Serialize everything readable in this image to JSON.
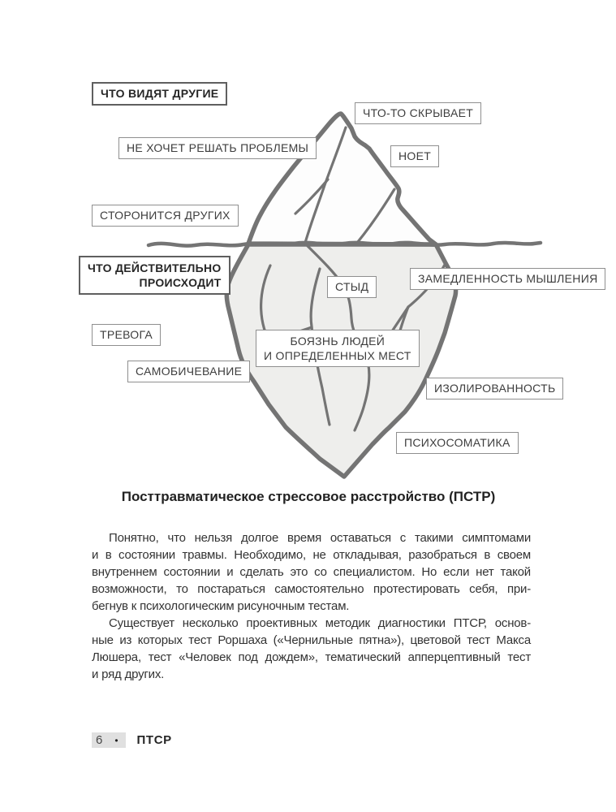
{
  "diagram": {
    "above_heading": "ЧТО ВИДЯТ ДРУГИЕ",
    "below_heading_line1": "ЧТО ДЕЙСТВИТЕЛЬНО",
    "below_heading_line2": "ПРОИСХОДИТ",
    "labels_above_water": {
      "hides_something": "ЧТО-ТО СКРЫВАЕТ",
      "wont_solve_problems": "НЕ ХОЧЕТ РЕШАТЬ ПРОБЛЕМЫ",
      "whines": "НОЕТ",
      "avoids_others": "СТОРОНИТСЯ ДРУГИХ"
    },
    "labels_under_water": {
      "shame": "СТЫД",
      "slowed_thinking": "ЗАМЕДЛЕННОСТЬ МЫШЛЕНИЯ",
      "anxiety": "ТРЕВОГА",
      "fear_line1": "БОЯЗНЬ ЛЮДЕЙ",
      "fear_line2": "И ОПРЕДЕЛЕННЫХ МЕСТ",
      "self_flagellation": "САМОБИЧЕВАНИЕ",
      "isolation": "ИЗОЛИРОВАННОСТЬ",
      "psychosomatics": "ПСИХОСОМАТИКА"
    },
    "caption": "Посттравматическое стрессовое расстройство (ПСТР)"
  },
  "body": {
    "lines": [
      {
        "text": "Понятно, что нельзя долгое время оставаться с такими симптомами",
        "cls": "first"
      },
      {
        "text": "и в состоянии травмы. Необходимо, не откладывая, разобраться в своем",
        "cls": ""
      },
      {
        "text": "внутреннем состоянии и сделать это со специалистом. Но если нет такой",
        "cls": ""
      },
      {
        "text": "возможности, то постараться самостоятельно протестировать себя, при-",
        "cls": ""
      },
      {
        "text": "бегнув к психологическим рисуночным тестам.",
        "cls": "last"
      },
      {
        "text": "Существует несколько проективных методик диагностики ПТСР, основ-",
        "cls": "first"
      },
      {
        "text": "ные из которых тест Роршаха («Чернильные пятна»), цветовой тест Макса",
        "cls": ""
      },
      {
        "text": "Люшера, тест «Человек под дождем», тематический апперцептивный тест",
        "cls": ""
      },
      {
        "text": "и ряд других.",
        "cls": "last"
      }
    ]
  },
  "footer": {
    "page_number": "6",
    "bullet": "•",
    "chapter": "ПТСР"
  },
  "colors": {
    "iceberg_outline": "#747474",
    "underwater_fill": "#eeeeec",
    "above_water_fill": "#fdfdfd",
    "label_border": "#8f8f8f",
    "text": "#333333",
    "page_chip_bg": "#e0e0e0"
  }
}
